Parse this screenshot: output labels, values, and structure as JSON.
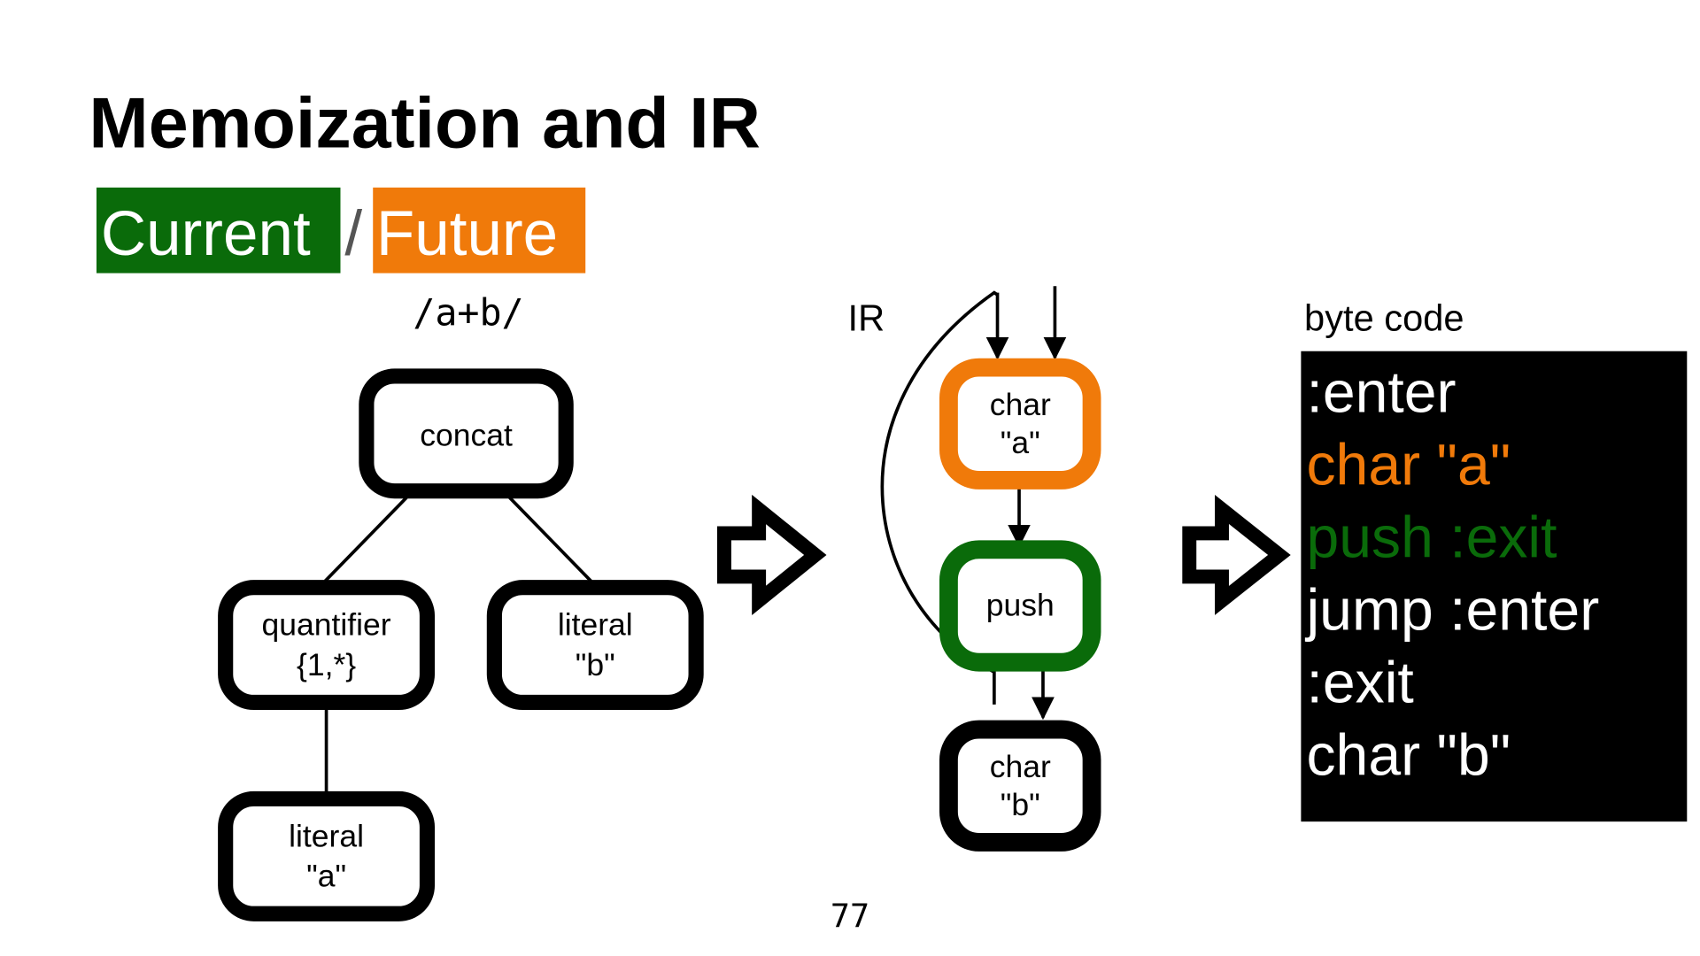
{
  "slide": {
    "title": "Memoization and IR",
    "legend": {
      "current": {
        "label": "Current",
        "color": "#0a6b0a"
      },
      "separator": "/",
      "future": {
        "label": "Future",
        "color": "#f07a0a"
      }
    },
    "page_number": "77"
  },
  "ast": {
    "caption": "/a+b/",
    "nodes": {
      "concat": {
        "line1": "concat"
      },
      "quantifier": {
        "line1": "quantifier",
        "line2": "{1,*}"
      },
      "literal_b": {
        "line1": "literal",
        "line2": "\"b\""
      },
      "literal_a": {
        "line1": "literal",
        "line2": "\"a\""
      }
    }
  },
  "ir": {
    "caption": "IR",
    "nodes": {
      "char_a": {
        "line1": "char",
        "line2": "\"a\"",
        "status": "future"
      },
      "push": {
        "line1": "push",
        "status": "current"
      },
      "char_b": {
        "line1": "char",
        "line2": "\"b\""
      }
    }
  },
  "bytecode": {
    "caption": "byte code",
    "lines": [
      {
        "text": ":enter",
        "color": "#ffffff"
      },
      {
        "text": "char \"a\"",
        "color": "#f07a0a"
      },
      {
        "text": "push :exit",
        "color": "#0a6b0a"
      },
      {
        "text": "jump :enter",
        "color": "#ffffff"
      },
      {
        "text": ":exit",
        "color": "#ffffff"
      },
      {
        "text": "char \"b\"",
        "color": "#ffffff"
      }
    ]
  }
}
